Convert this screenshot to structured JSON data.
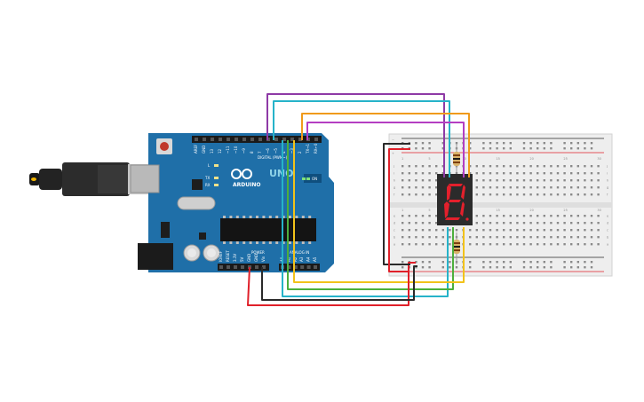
{
  "arduino": {
    "brand": "ARDUINO",
    "model": "UNO",
    "header_digital": "DIGITAL (PWM~)",
    "header_power": "POWER",
    "header_analog": "ANALOG IN",
    "on_label": "ON",
    "led_labels": [
      "L",
      "TX",
      "RX"
    ],
    "digital_pins": [
      "AREF",
      "GND",
      "13",
      "12",
      "~11",
      "~10",
      "~9",
      "8",
      "7",
      "~6",
      "~5",
      "4",
      "~3",
      "2",
      "TX→1",
      "RX←0"
    ],
    "power_pins": [
      "IOREF",
      "RESET",
      "3.3V",
      "5V",
      "GND",
      "GND",
      "Vin"
    ],
    "analog_pins": [
      "A0",
      "A1",
      "A2",
      "A3",
      "A4",
      "A5"
    ]
  },
  "breadboard": {
    "rows_top": [
      "j",
      "i",
      "h",
      "g",
      "f"
    ],
    "rows_bottom": [
      "e",
      "d",
      "c",
      "b",
      "a"
    ],
    "column_labels": [
      "1",
      "5",
      "10",
      "15",
      "20",
      "25",
      "30"
    ]
  },
  "display": {
    "digit": "8"
  },
  "colors": {
    "arduino_blue": "#1f6fa8",
    "wire_purple": "#8e3aa6",
    "wire_cyan": "#26b3c9",
    "wire_orange": "#f09a1a",
    "wire_magenta": "#b43ec2",
    "wire_green": "#4caf3c",
    "wire_yellow": "#f2c21a",
    "wire_red": "#e0202a",
    "wire_black": "#2a2a2a",
    "segment_red": "#e3202c"
  }
}
